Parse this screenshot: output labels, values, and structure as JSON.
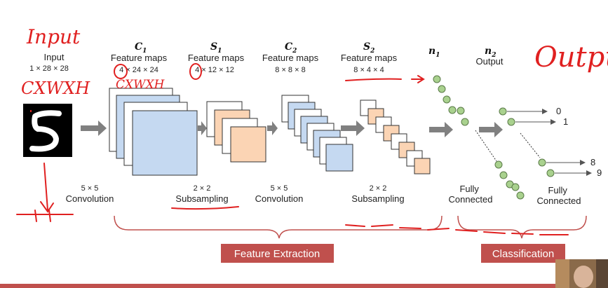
{
  "slide": {
    "input": {
      "title": "Input",
      "dims": "1 × 28 × 28"
    },
    "c1": {
      "symbol": "C",
      "sub": "1",
      "caption": "Feature maps",
      "dims": "4 × 24 × 24"
    },
    "s1": {
      "symbol": "S",
      "sub": "1",
      "caption": "Feature maps",
      "dims": "4 × 12 × 12"
    },
    "c2": {
      "symbol": "C",
      "sub": "2",
      "caption": "Feature maps",
      "dims": "8 × 8 × 8"
    },
    "s2": {
      "symbol": "S",
      "sub": "2",
      "caption": "Feature maps",
      "dims": "8 × 4 × 4"
    },
    "n1": {
      "symbol": "n",
      "sub": "1"
    },
    "n2": {
      "symbol": "n",
      "sub": "2",
      "caption": "Output"
    },
    "ops": [
      {
        "size": "5 × 5",
        "name": "Convolution"
      },
      {
        "size": "2 × 2",
        "name": "Subsampling"
      },
      {
        "size": "5 × 5",
        "name": "Convolution"
      },
      {
        "size": "2 × 2",
        "name": "Subsampling"
      },
      {
        "size": "",
        "name": "Fully Connected"
      },
      {
        "size": "",
        "name": "Fully Connected"
      }
    ],
    "outputs": [
      "0",
      "1",
      "8",
      "9"
    ],
    "groups": {
      "feature_extraction": "Feature Extraction",
      "classification": "Classification"
    },
    "annotations": {
      "input": "Input",
      "cwh": "CXWXH",
      "cwh2": "CXWXH",
      "output": "Output"
    },
    "colors": {
      "blue_map": "#c5d9f1",
      "orange_map": "#fbd4b4",
      "arrow": "#808080",
      "node": "#a9d18e",
      "accent_box": "#c0504d",
      "handwriting": "#e02020"
    }
  }
}
